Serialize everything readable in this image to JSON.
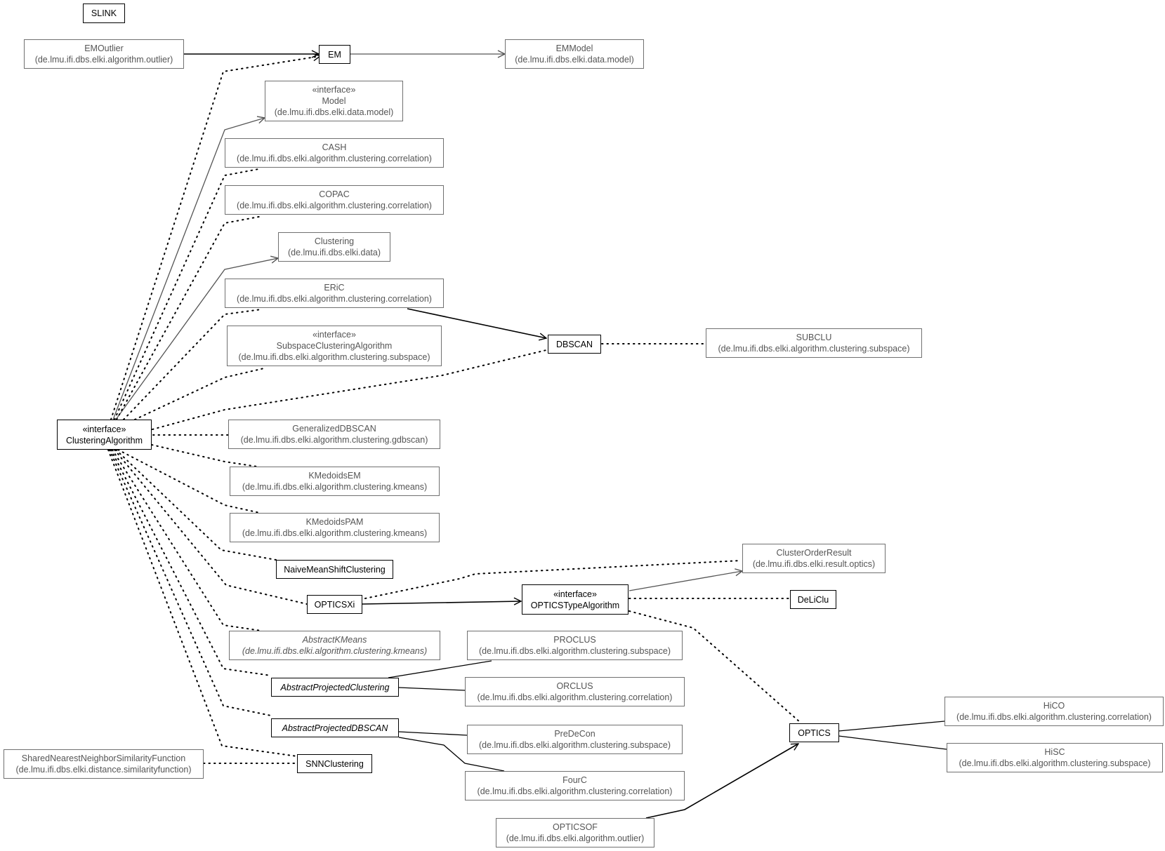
{
  "nodes": {
    "slink": {
      "name": "SLINK"
    },
    "emoutlier": {
      "name": "EMOutlier",
      "pkg": "(de.lmu.ifi.dbs.elki.algorithm.outlier)"
    },
    "em": {
      "name": "EM"
    },
    "emmodel": {
      "name": "EMModel",
      "pkg": "(de.lmu.ifi.dbs.elki.data.model)"
    },
    "model": {
      "stereotype": "«interface»",
      "name": "Model",
      "pkg": "(de.lmu.ifi.dbs.elki.data.model)"
    },
    "cash": {
      "name": "CASH",
      "pkg": "(de.lmu.ifi.dbs.elki.algorithm.clustering.correlation)"
    },
    "copac": {
      "name": "COPAC",
      "pkg": "(de.lmu.ifi.dbs.elki.algorithm.clustering.correlation)"
    },
    "clustering": {
      "name": "Clustering",
      "pkg": "(de.lmu.ifi.dbs.elki.data)"
    },
    "eric": {
      "name": "ERiC",
      "pkg": "(de.lmu.ifi.dbs.elki.algorithm.clustering.correlation)"
    },
    "subspaceclusteringalgorithm": {
      "stereotype": "«interface»",
      "name": "SubspaceClusteringAlgorithm",
      "pkg": "(de.lmu.ifi.dbs.elki.algorithm.clustering.subspace)"
    },
    "dbscan": {
      "name": "DBSCAN"
    },
    "subclu": {
      "name": "SUBCLU",
      "pkg": "(de.lmu.ifi.dbs.elki.algorithm.clustering.subspace)"
    },
    "clusteringalgorithm": {
      "stereotype": "«interface»",
      "name": "ClusteringAlgorithm"
    },
    "generalizeddbscan": {
      "name": "GeneralizedDBSCAN",
      "pkg": "(de.lmu.ifi.dbs.elki.algorithm.clustering.gdbscan)"
    },
    "kmedoidsem": {
      "name": "KMedoidsEM",
      "pkg": "(de.lmu.ifi.dbs.elki.algorithm.clustering.kmeans)"
    },
    "kmedoidspam": {
      "name": "KMedoidsPAM",
      "pkg": "(de.lmu.ifi.dbs.elki.algorithm.clustering.kmeans)"
    },
    "naivemeanshiftclustering": {
      "name": "NaiveMeanShiftClustering"
    },
    "clusterorderresult": {
      "name": "ClusterOrderResult",
      "pkg": "(de.lmu.ifi.dbs.elki.result.optics)"
    },
    "opticsxi": {
      "name": "OPTICSXi"
    },
    "opticstypealgorithm": {
      "stereotype": "«interface»",
      "name": "OPTICSTypeAlgorithm"
    },
    "deliclu": {
      "name": "DeLiClu"
    },
    "abstractkmeans": {
      "name": "AbstractKMeans",
      "pkg": "(de.lmu.ifi.dbs.elki.algorithm.clustering.kmeans)"
    },
    "proclus": {
      "name": "PROCLUS",
      "pkg": "(de.lmu.ifi.dbs.elki.algorithm.clustering.subspace)"
    },
    "abstractprojectedclustering": {
      "name": "AbstractProjectedClustering"
    },
    "orclus": {
      "name": "ORCLUS",
      "pkg": "(de.lmu.ifi.dbs.elki.algorithm.clustering.correlation)"
    },
    "hico": {
      "name": "HiCO",
      "pkg": "(de.lmu.ifi.dbs.elki.algorithm.clustering.correlation)"
    },
    "abstractprojecteddbscan": {
      "name": "AbstractProjectedDBSCAN"
    },
    "predecon": {
      "name": "PreDeCon",
      "pkg": "(de.lmu.ifi.dbs.elki.algorithm.clustering.subspace)"
    },
    "optics": {
      "name": "OPTICS"
    },
    "hisc": {
      "name": "HiSC",
      "pkg": "(de.lmu.ifi.dbs.elki.algorithm.clustering.subspace)"
    },
    "sharednearestneighborsimilarityfunction": {
      "name": "SharedNearestNeighborSimilarityFunction",
      "pkg": "(de.lmu.ifi.dbs.elki.distance.similarityfunction)"
    },
    "snnclustering": {
      "name": "SNNClustering"
    },
    "fourc": {
      "name": "FourC",
      "pkg": "(de.lmu.ifi.dbs.elki.algorithm.clustering.correlation)"
    },
    "opticsof": {
      "name": "OPTICSOF",
      "pkg": "(de.lmu.ifi.dbs.elki.algorithm.outlier)"
    }
  },
  "colors": {
    "local_border": "#000000",
    "external_border": "#707070",
    "external_text": "#555555",
    "edge": "#000000",
    "edge_light": "#555555"
  }
}
